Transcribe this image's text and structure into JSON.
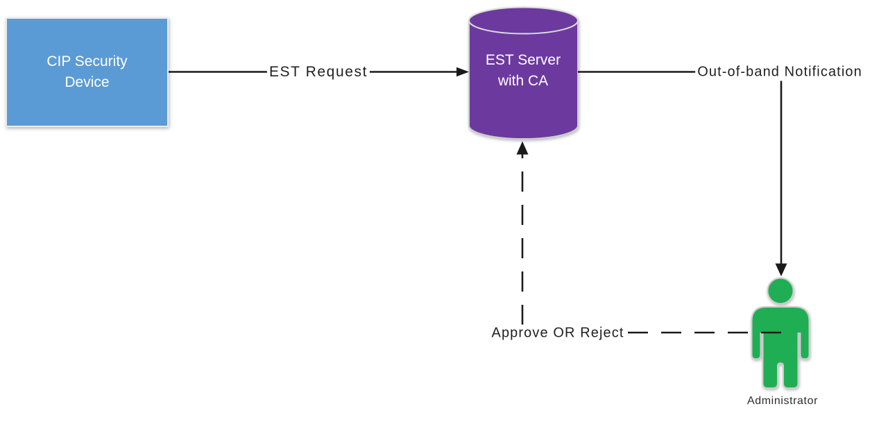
{
  "diagram": {
    "nodes": {
      "cip_device": {
        "label": "CIP Security Device",
        "shape": "rectangle"
      },
      "est_server": {
        "label": "EST Server with CA",
        "shape": "cylinder"
      },
      "administrator": {
        "label": "Administrator",
        "shape": "person"
      }
    },
    "edges": {
      "est_request": {
        "label": "EST Request",
        "from": "CIP Security Device",
        "to": "EST Server with CA",
        "style": "solid-arrow"
      },
      "oob_notification": {
        "label": "Out-of-band Notification",
        "from": "EST Server with CA",
        "to": "Administrator",
        "style": "solid-arrow"
      },
      "approve_reject": {
        "label": "Approve OR Reject",
        "from": "Administrator",
        "to": "EST Server with CA",
        "style": "dashed-arrow"
      }
    },
    "colors": {
      "node_blue": "#5B9BD5",
      "node_purple": "#6C3A9E",
      "node_green": "#1FAE54",
      "line": "#1a1a1a",
      "background": "#ffffff"
    }
  }
}
